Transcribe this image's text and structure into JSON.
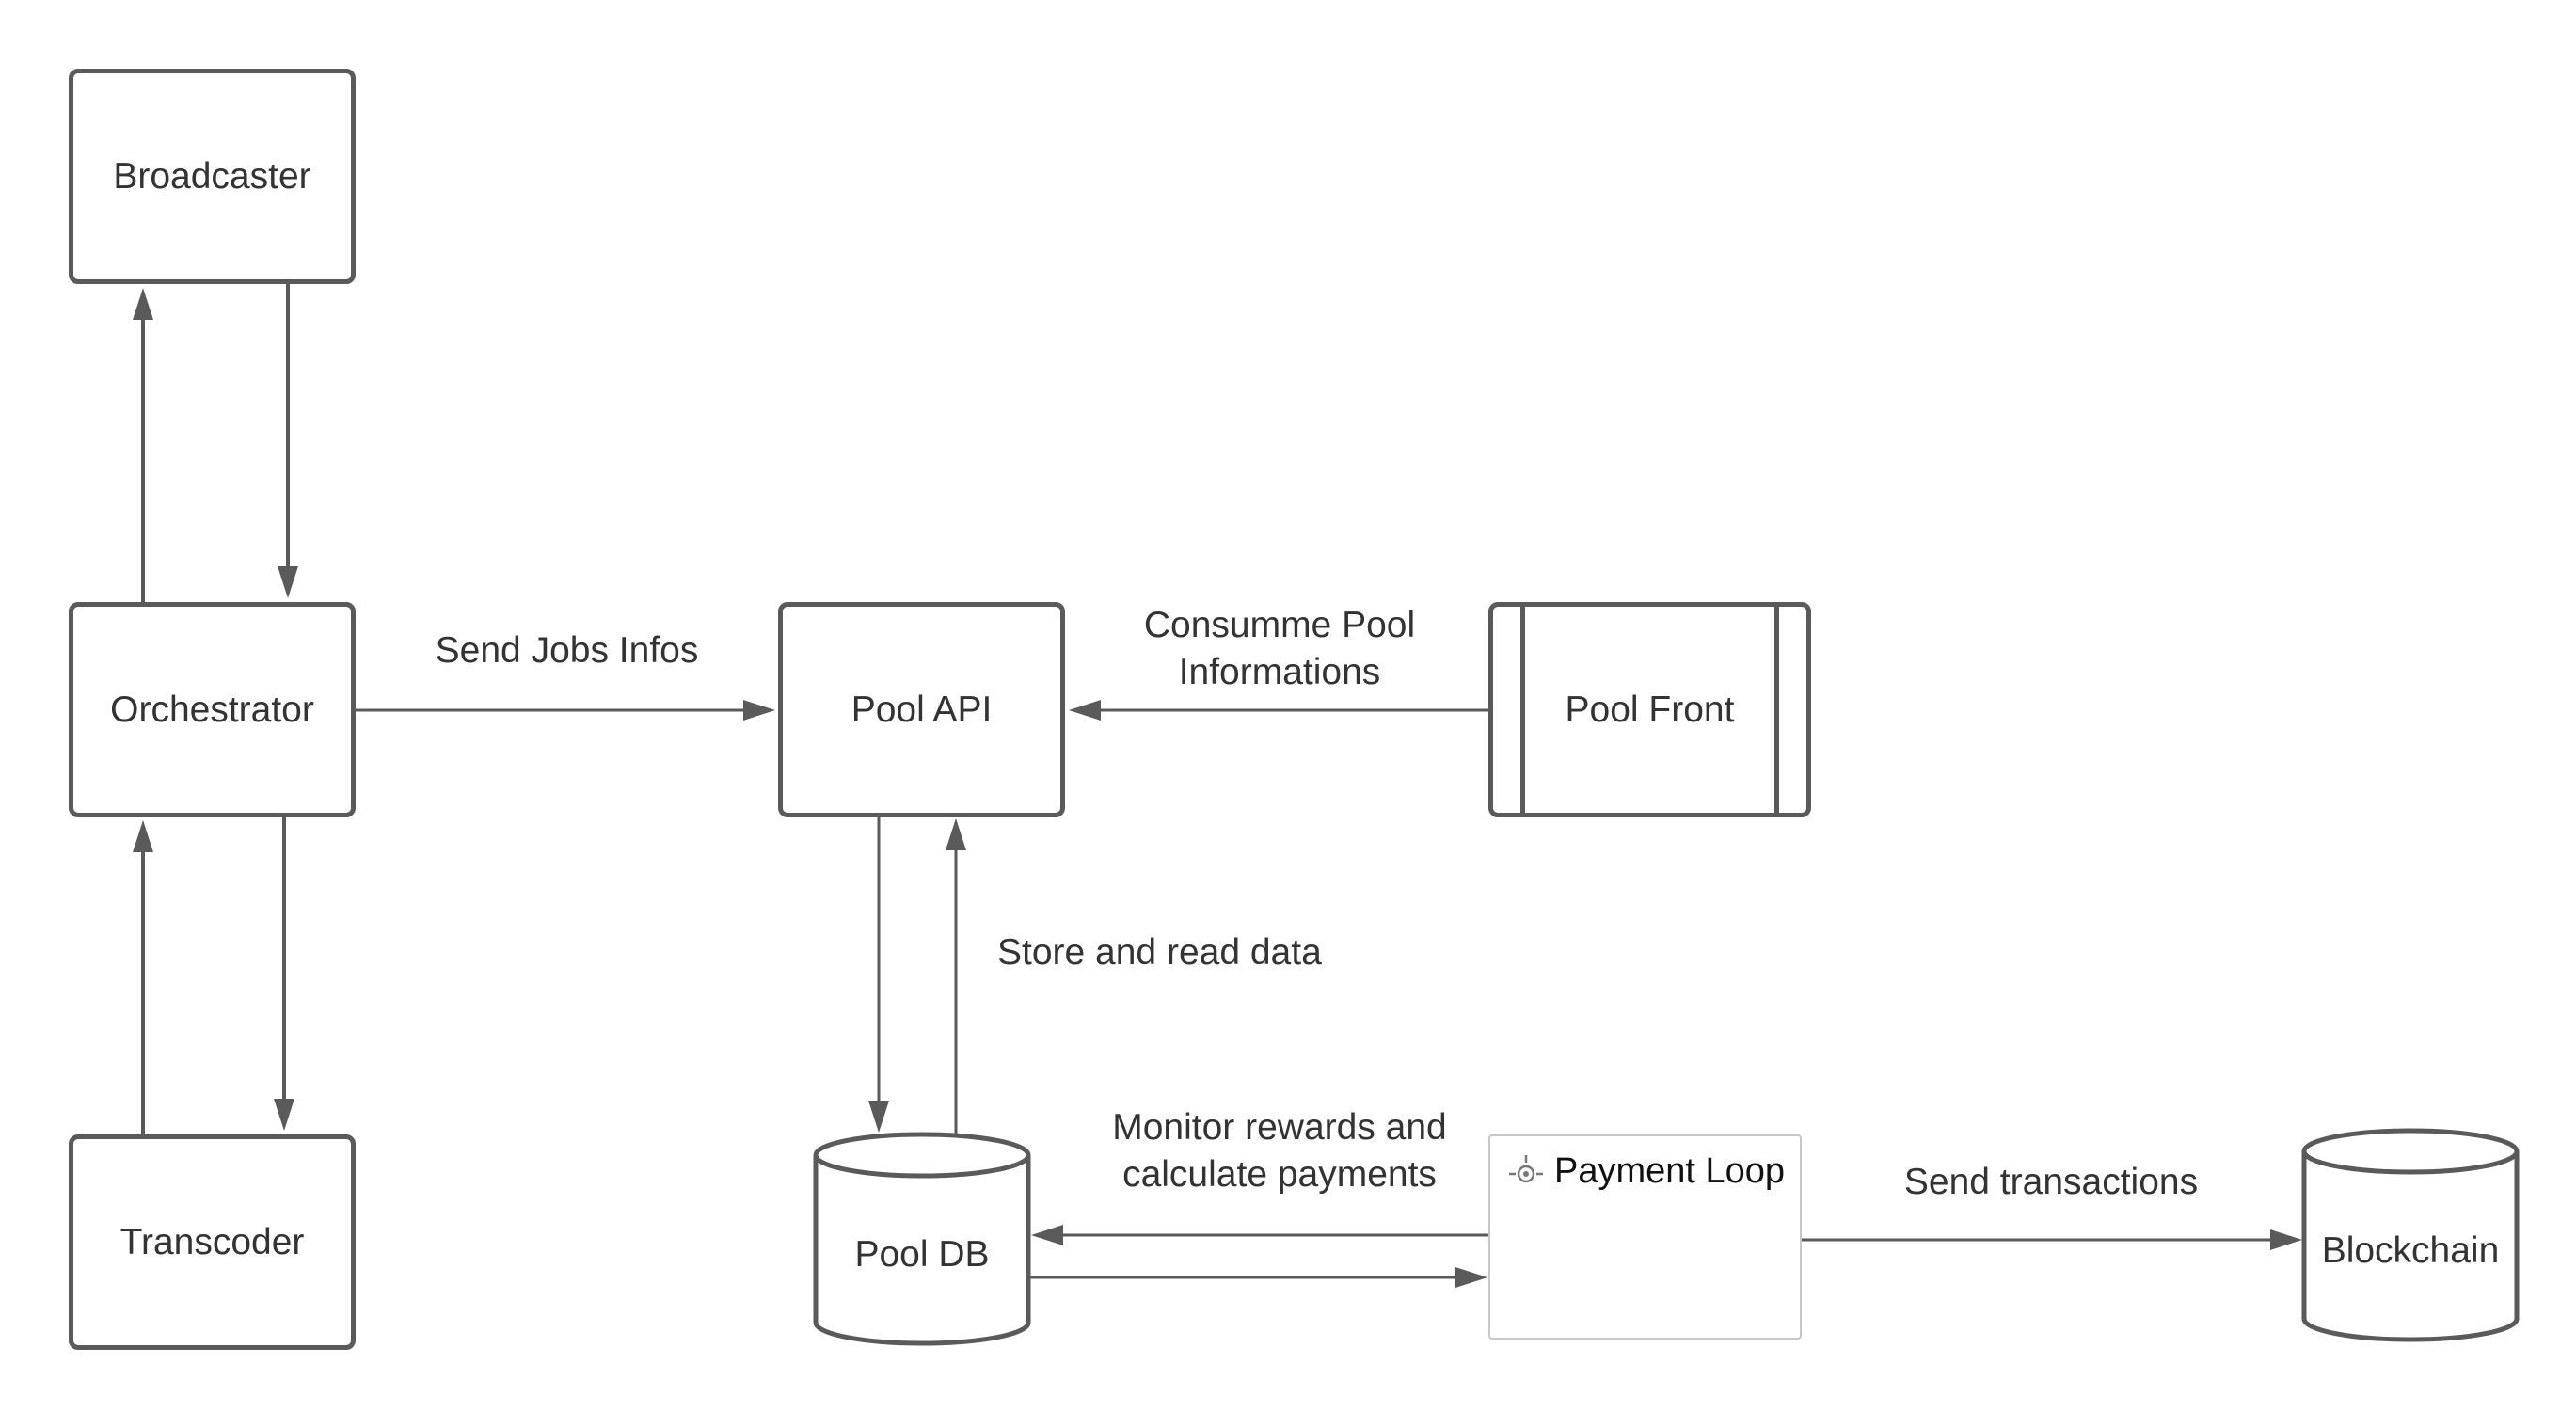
{
  "nodes": {
    "broadcaster": "Broadcaster",
    "orchestrator": "Orchestrator",
    "transcoder": "Transcoder",
    "pool_api": "Pool API",
    "pool_front": "Pool Front",
    "pool_db": "Pool DB",
    "payment_loop": "Payment Loop",
    "blockchain": "Blockchain"
  },
  "edges": {
    "send_jobs": "Send Jobs Infos",
    "consume_line1": "Consumme Pool",
    "consume_line2": "Informations",
    "store_read": "Store and read data",
    "monitor_line1": "Monitor rewards and",
    "monitor_line2": "calculate payments",
    "send_tx": "Send transactions"
  },
  "colors": {
    "stroke": "#5a5a5a",
    "text": "#333333",
    "card_border": "#c8c8c8"
  }
}
